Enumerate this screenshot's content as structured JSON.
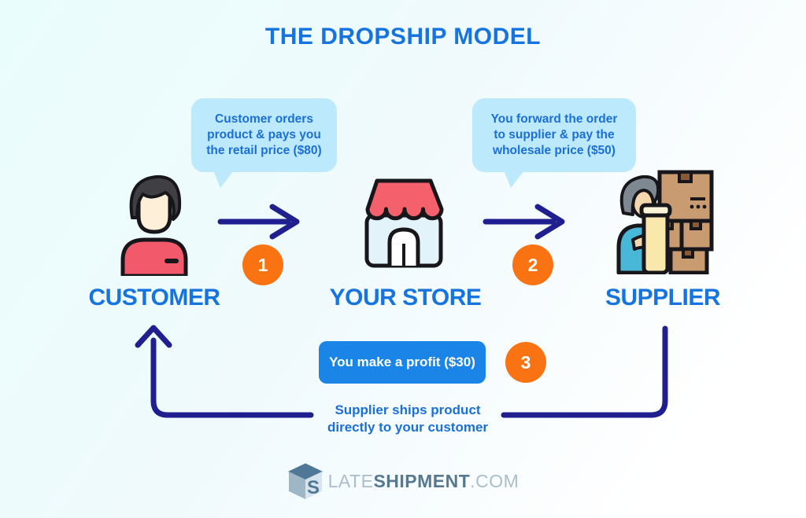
{
  "title": "THE DROPSHIP MODEL",
  "bubbles": [
    {
      "lines": [
        "Customer orders",
        "product & pays you",
        "the retail price ($80)"
      ]
    },
    {
      "lines": [
        "You forward the order",
        "to supplier & pay the",
        "wholesale price ($50)"
      ]
    }
  ],
  "actors": [
    {
      "label": "CUSTOMER",
      "icon": "customer-person-icon"
    },
    {
      "label": "YOUR STORE",
      "icon": "storefront-icon"
    },
    {
      "label": "SUPPLIER",
      "icon": "supplier-packing-boxes-icon"
    }
  ],
  "steps": [
    {
      "number": "1"
    },
    {
      "number": "2"
    },
    {
      "number": "3"
    }
  ],
  "profit_button": {
    "label": "You make a profit ($30)"
  },
  "return_note": {
    "lines": [
      "Supplier ships product",
      "directly to your customer"
    ]
  },
  "logo": {
    "late": "LATE",
    "shipment": "SHIPMENT",
    "com": ".COM"
  },
  "colors": {
    "accent_blue": "#1574E0",
    "bubble_bg": "#BDE9FC",
    "bubble_text": "#1A6FD8",
    "arrow_navy": "#1F1F8F",
    "step_orange": "#F97312",
    "button_blue": "#1B84E7",
    "shirt_red": "#F2596B",
    "awning_red": "#F4606C",
    "store_body_blue": "#E2F4FA",
    "box_brown": "#C89B70",
    "supplier_shirt_teal": "#49B8D8"
  }
}
